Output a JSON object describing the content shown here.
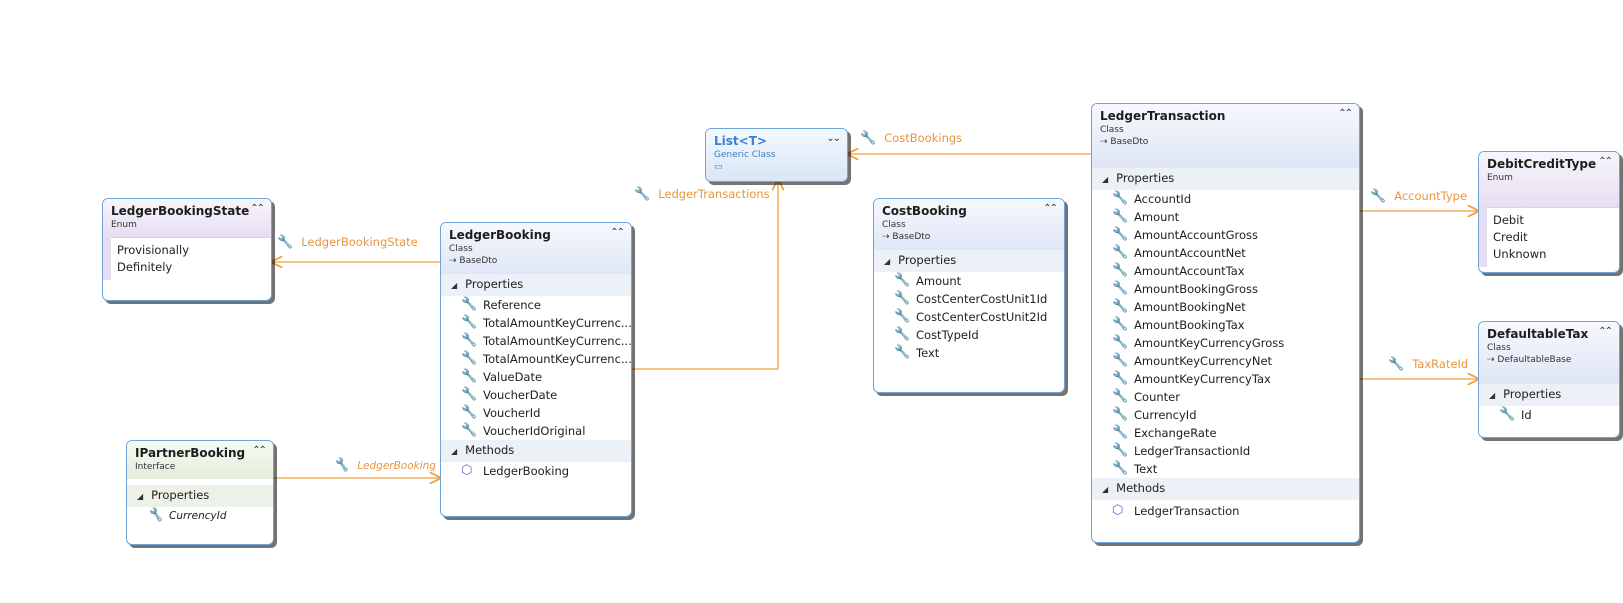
{
  "boxes": {
    "list": {
      "title": "List<T>",
      "kind": "Generic Class",
      "badge": "▭"
    },
    "ledgerBookingState": {
      "title": "LedgerBookingState",
      "kind": "Enum",
      "values": [
        "Provisionally",
        "Definitely"
      ]
    },
    "ledgerBooking": {
      "title": "LedgerBooking",
      "kind": "Class",
      "base": "BaseDto",
      "properties_label": "Properties",
      "properties": [
        "Reference",
        "TotalAmountKeyCurrenc...",
        "TotalAmountKeyCurrenc...",
        "TotalAmountKeyCurrenc...",
        "ValueDate",
        "VoucherDate",
        "VoucherId",
        "VoucherIdOriginal"
      ],
      "methods_label": "Methods",
      "methods": [
        "LedgerBooking"
      ]
    },
    "iPartnerBooking": {
      "title": "IPartnerBooking",
      "kind": "Interface",
      "properties_label": "Properties",
      "properties": [
        "CurrencyId"
      ]
    },
    "costBooking": {
      "title": "CostBooking",
      "kind": "Class",
      "base": "BaseDto",
      "properties_label": "Properties",
      "properties": [
        "Amount",
        "CostCenterCostUnit1Id",
        "CostCenterCostUnit2Id",
        "CostTypeId",
        "Text"
      ]
    },
    "ledgerTransaction": {
      "title": "LedgerTransaction",
      "kind": "Class",
      "base": "BaseDto",
      "properties_label": "Properties",
      "properties": [
        "AccountId",
        "Amount",
        "AmountAccountGross",
        "AmountAccountNet",
        "AmountAccountTax",
        "AmountBookingGross",
        "AmountBookingNet",
        "AmountBookingTax",
        "AmountKeyCurrencyGross",
        "AmountKeyCurrencyNet",
        "AmountKeyCurrencyTax",
        "Counter",
        "CurrencyId",
        "ExchangeRate",
        "LedgerTransactionId",
        "Text"
      ],
      "methods_label": "Methods",
      "methods": [
        "LedgerTransaction"
      ]
    },
    "debitCreditType": {
      "title": "DebitCreditType",
      "kind": "Enum",
      "values": [
        "Debit",
        "Credit",
        "Unknown"
      ]
    },
    "defaultableTax": {
      "title": "DefaultableTax",
      "kind": "Class",
      "base": "DefaultableBase",
      "properties_label": "Properties",
      "properties": [
        "Id"
      ]
    }
  },
  "associations": {
    "costBookings": "CostBookings",
    "ledgerTransactions": "LedgerTransactions",
    "ledgerBookingState": "LedgerBookingState",
    "ledgerBooking": "LedgerBooking",
    "accountType": "AccountType",
    "taxRateId": "TaxRateId"
  },
  "icons": {
    "property": "wrench-icon",
    "method": "cube-icon",
    "inherit": "inherit-arrow-icon",
    "collapse": "chevron-up-double-icon"
  },
  "colors": {
    "association_line": "#f0a040",
    "association_label": "#e8963c",
    "box_border": "#6ea6d8"
  }
}
